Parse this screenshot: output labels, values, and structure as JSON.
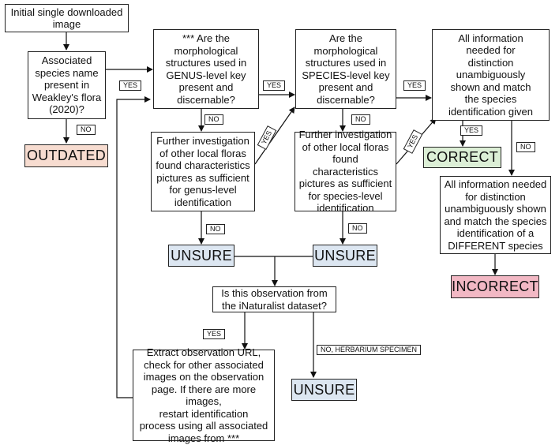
{
  "colors": {
    "outdated_bg": "#f7dcd0",
    "correct_bg": "#dcefd6",
    "incorrect_bg": "#f2b8c4",
    "unsure_bg": "#dce6f1",
    "line": "#111111"
  },
  "boxes": {
    "start": "Initial single downloaded\nimage",
    "weakley": "Associated\nspecies name\npresent in\nWeakley's flora\n(2020)?",
    "genus_q": "*** Are the\nmorphological\nstructures used in\nGENUS-level key\npresent and\ndiscernable?",
    "species_q": "Are the\nmorphological\nstructures used in\nSPECIES-level key\npresent and\ndiscernable?",
    "all_info": "All information\nneeded for\ndistinction\nunambiguously\nshown and match\nthe species\nidentification given",
    "genus_further": "Further investigation\nof other local floras\nfound characteristics\npictures as sufficient\nfor genus-level\nidentification",
    "species_further": "Further investigation\nof other local floras\nfound characteristics\npictures as sufficient\nfor species-level\nidentification",
    "different": "All information needed\nfor distinction\nunambiguously shown\nand match the species\nidentification of a\nDIFFERENT species",
    "inat_q": "Is this observation from\nthe iNaturalist dataset?",
    "extract": "Extract observation URL,\ncheck for other associated\nimages on the observation\npage. If there are more images,\nrestart identification\nprocess using all associated\nimages from ***"
  },
  "outcomes": {
    "outdated": "OUTDATED",
    "correct": "CORRECT",
    "incorrect": "INCORRECT",
    "unsure": "UNSURE"
  },
  "labels": {
    "yes": "YES",
    "no": "NO",
    "no_herbarium": "NO, HERBARIUM SPECIMEN"
  }
}
